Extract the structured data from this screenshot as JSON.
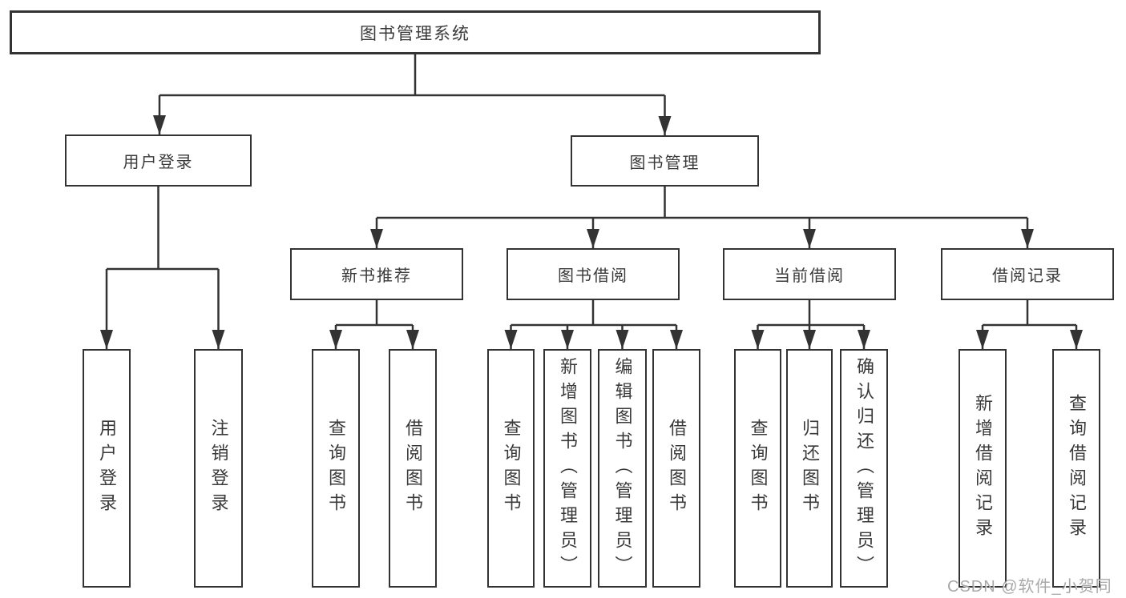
{
  "colors": {
    "line": "#333333",
    "box_border": "#333333",
    "text": "#3a3a3a",
    "watermark": "#949494",
    "background": "#ffffff"
  },
  "watermark": {
    "text": "CSDN @软件_小贺同学"
  },
  "diagram": {
    "root": {
      "label": "图书管理系统"
    },
    "branches": [
      {
        "label": "用户登录",
        "children": [
          {
            "label": "用户登录"
          },
          {
            "label": "注销登录"
          }
        ]
      },
      {
        "label": "图书管理",
        "children": [
          {
            "label": "新书推荐",
            "children": [
              {
                "label": "查询图书"
              },
              {
                "label": "借阅图书"
              }
            ]
          },
          {
            "label": "图书借阅",
            "children": [
              {
                "label": "查询图书"
              },
              {
                "label": "新增图书（管理员）"
              },
              {
                "label": "编辑图书（管理员）"
              },
              {
                "label": "借阅图书"
              }
            ]
          },
          {
            "label": "当前借阅",
            "children": [
              {
                "label": "查询图书"
              },
              {
                "label": "归还图书"
              },
              {
                "label": "确认归还（管理员）"
              }
            ]
          },
          {
            "label": "借阅记录",
            "children": [
              {
                "label": "新增借阅记录"
              },
              {
                "label": "查询借阅记录"
              }
            ]
          }
        ]
      }
    ]
  }
}
